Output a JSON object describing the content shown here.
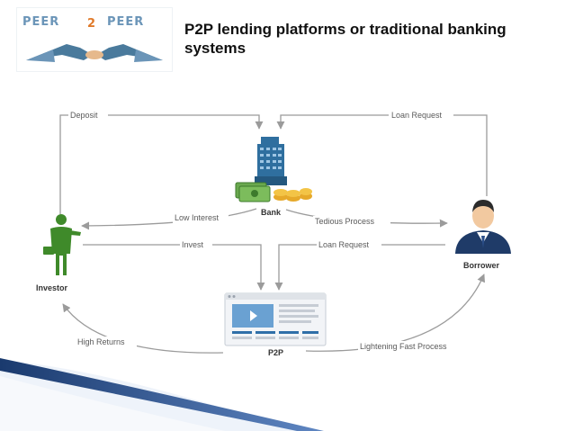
{
  "slide": {
    "title": "P2P lending platforms or traditional banking systems"
  },
  "logo": {
    "text_left": "PEER",
    "text_mid": "2",
    "text_right": "PEER"
  },
  "nodes": {
    "bank": "Bank",
    "investor": "Investor",
    "borrower": "Borrower",
    "p2p": "P2P"
  },
  "edges": {
    "deposit": "Deposit",
    "loan_request_top": "Loan Request",
    "low_interest": "Low Interest",
    "tedious_process": "Tedious Process",
    "invest": "Invest",
    "loan_request_mid": "Loan Request",
    "high_returns": "High Returns",
    "lightening_fast": "Lightening Fast Process"
  },
  "colors": {
    "arrow": "#9b9b9b",
    "investor_green": "#3f8a2a",
    "borrower_navy": "#1f3b68",
    "bank_blue": "#2f6f9f",
    "accent_blue": "#2f6fa8"
  }
}
